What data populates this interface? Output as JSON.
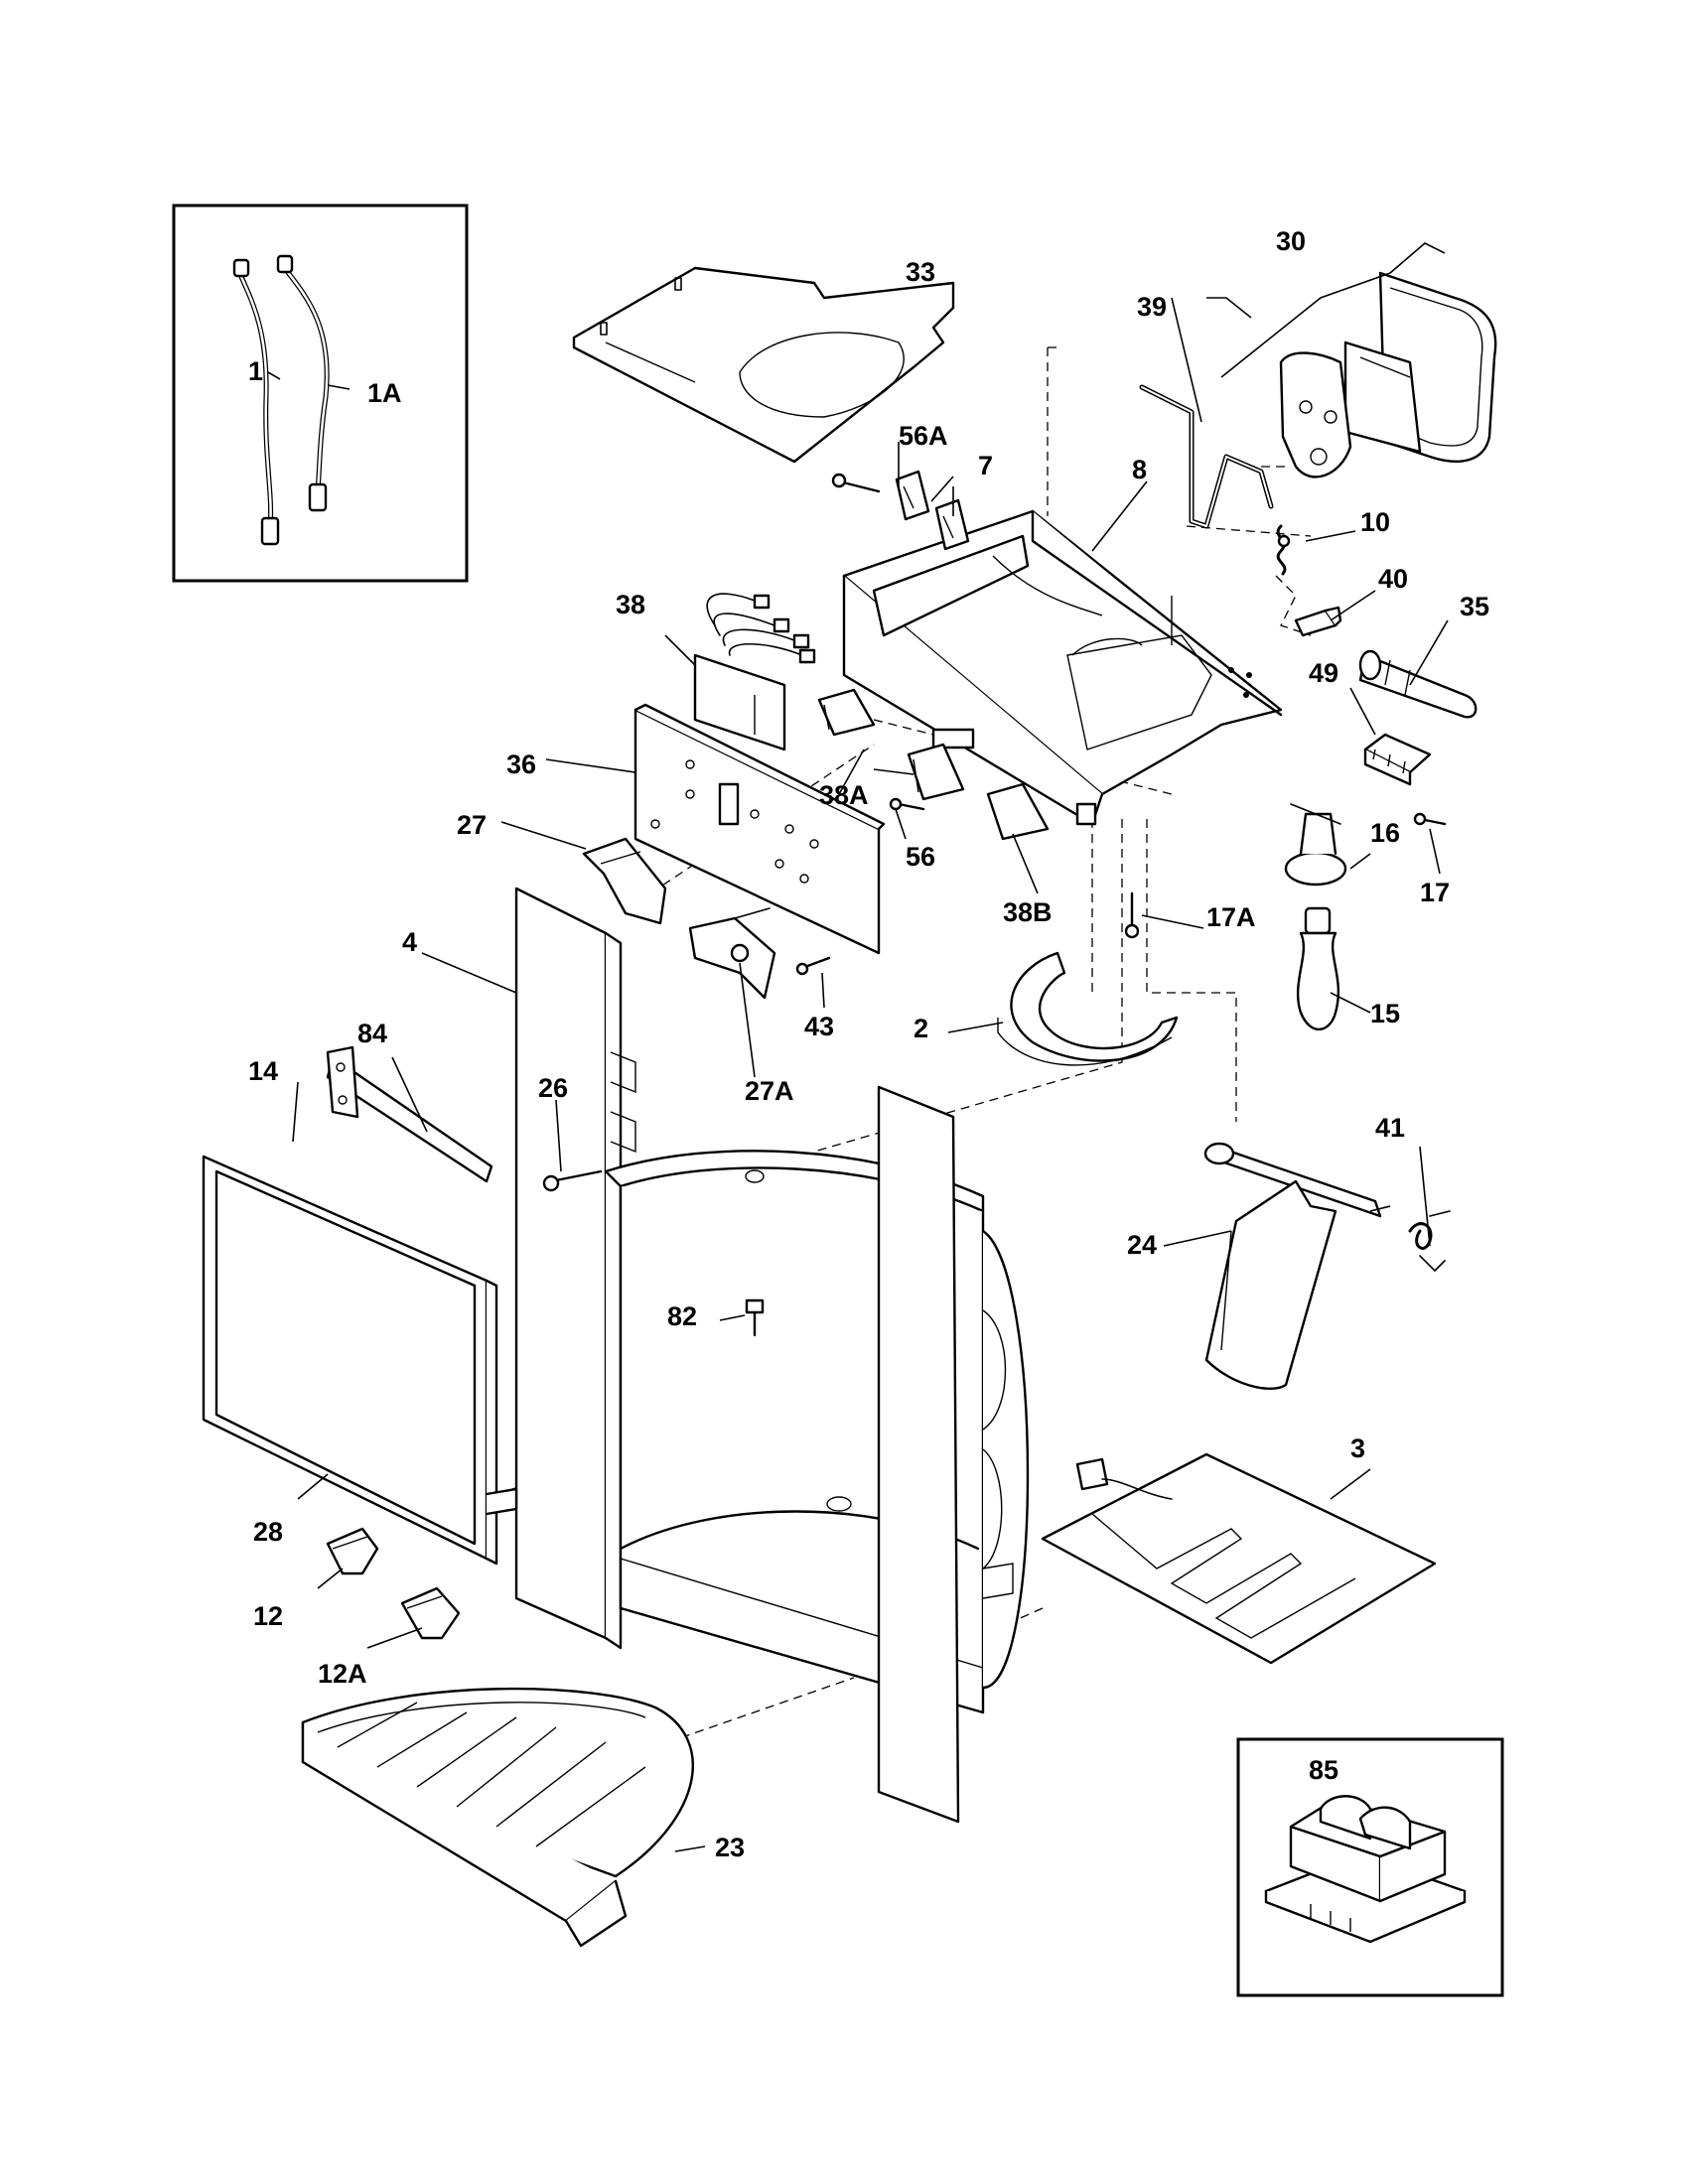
{
  "labels": {
    "p1": "1",
    "p1A": "1A",
    "p2": "2",
    "p3": "3",
    "p4": "4",
    "p7": "7",
    "p8": "8",
    "p10": "10",
    "p12": "12",
    "p12A": "12A",
    "p14": "14",
    "p15": "15",
    "p16": "16",
    "p17": "17",
    "p17A": "17A",
    "p23": "23",
    "p24": "24",
    "p26": "26",
    "p27": "27",
    "p27A": "27A",
    "p28": "28",
    "p30": "30",
    "p33": "33",
    "p35": "35",
    "p36": "36",
    "p38": "38",
    "p38A": "38A",
    "p38B": "38B",
    "p39": "39",
    "p40": "40",
    "p41": "41",
    "p43": "43",
    "p49": "49",
    "p56": "56",
    "p56A": "56A",
    "p82": "82",
    "p84": "84",
    "p85": "85"
  }
}
